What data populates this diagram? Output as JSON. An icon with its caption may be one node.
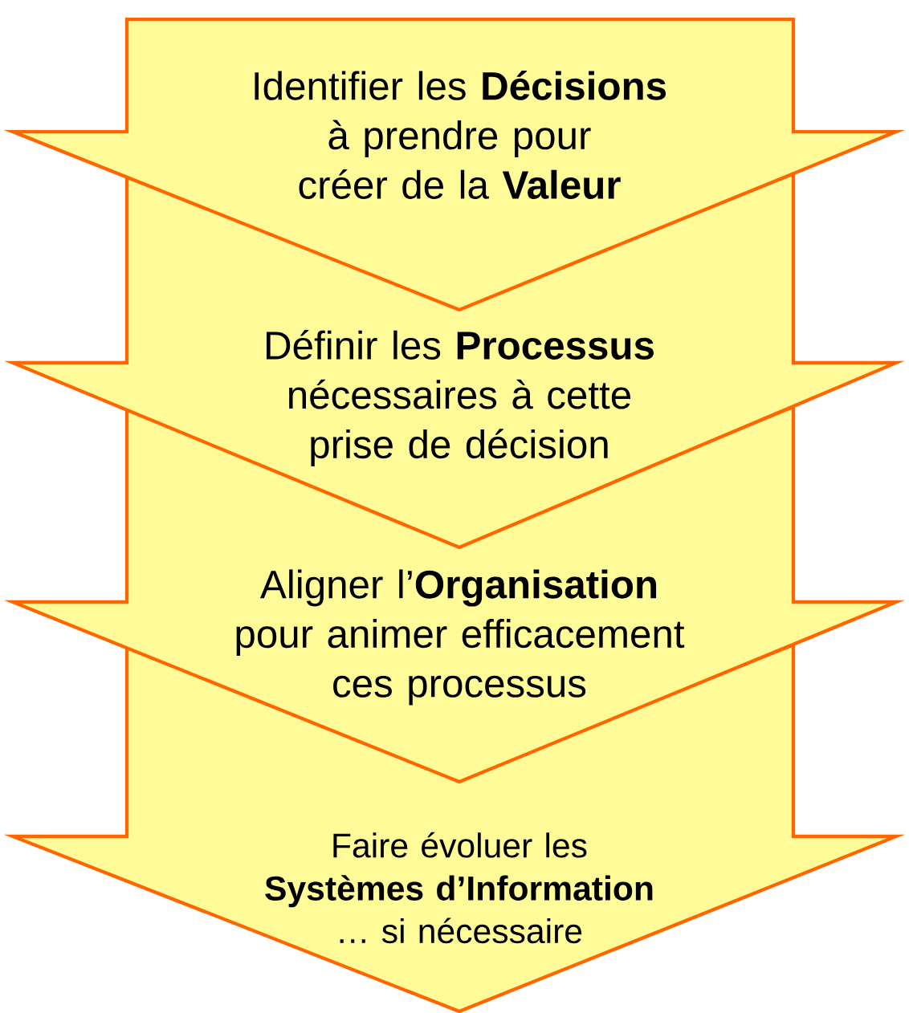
{
  "diagram": {
    "nodes": [
      {
        "text": [
          "Identifier les **Décisions** à prendre pour créer de la **Valeur**"
        ]
      },
      {
        "text": [
          "Définir les **Processus** nécessaires à cette prise de décision"
        ]
      },
      {
        "text": [
          "Aligner l’**Organisation** pour animer efficacement ces processus"
        ]
      },
      {
        "text": [
          "Faire évoluer les **Systèmes d’Information** … si nécessaire"
        ]
      }
    ]
  }
}
